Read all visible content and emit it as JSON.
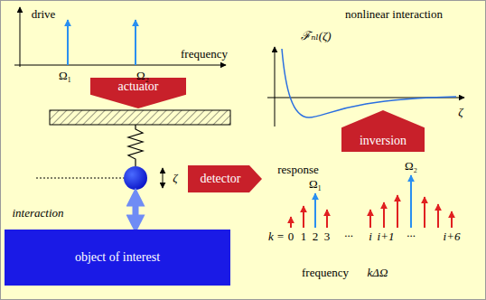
{
  "diagram": {
    "nodes": [
      {
        "text": [
          "actuator"
        ]
      },
      {
        "text": [
          "inversion"
        ]
      },
      {
        "text": [
          "detector"
        ]
      },
      {
        "text": [
          "object of interest"
        ]
      }
    ],
    "labels": [
      "drive",
      "Ω₁",
      "Ω₂",
      "frequency",
      "nonlinear interaction",
      "ℱₙₗ(ζ)",
      "ζ",
      "ζ",
      "interaction",
      "response",
      "Ω₁",
      "Ω₂",
      "k =",
      "0",
      "1",
      "2",
      "3",
      "...",
      "i",
      "i+1",
      "...",
      "i+6",
      "frequency",
      "kΔΩ"
    ]
  }
}
